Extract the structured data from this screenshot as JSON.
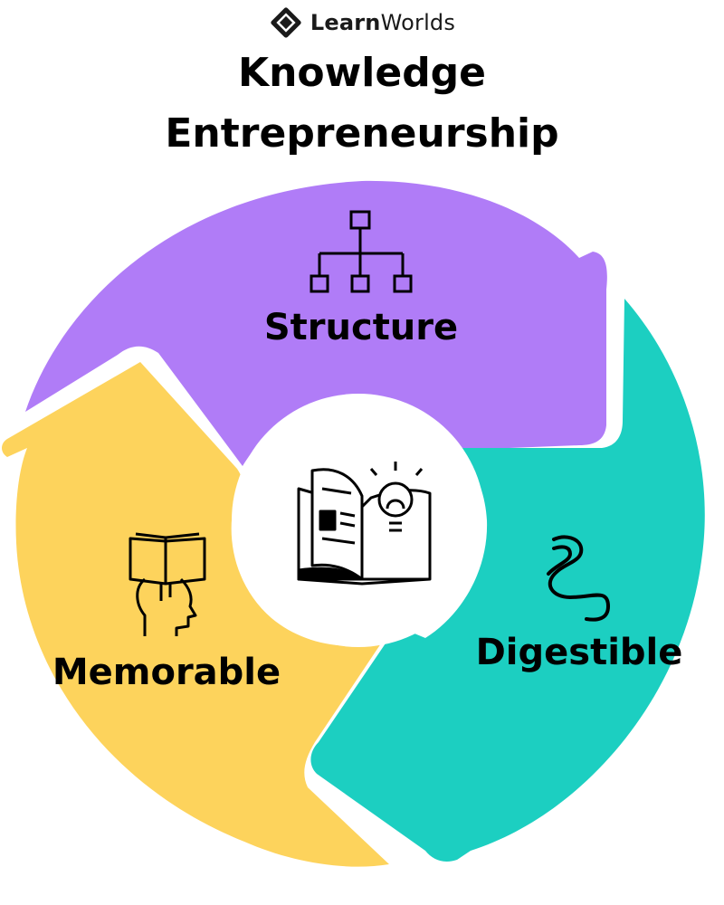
{
  "brand": {
    "name_bold": "Learn",
    "name_regular": "Worlds",
    "logo_icon": "learnworlds-logo-icon"
  },
  "title": {
    "line1": "Knowledge",
    "line2": "Entrepreneurship"
  },
  "segments": [
    {
      "label": "Structure",
      "color": "#b07cf7",
      "icon": "hierarchy-icon"
    },
    {
      "label": "Digestible",
      "color": "#1ccfc1",
      "icon": "intestine-icon"
    },
    {
      "label": "Memorable",
      "color": "#fdd35c",
      "icon": "book-head-icon"
    }
  ],
  "center": {
    "icon": "open-book-lightbulb-icon"
  }
}
